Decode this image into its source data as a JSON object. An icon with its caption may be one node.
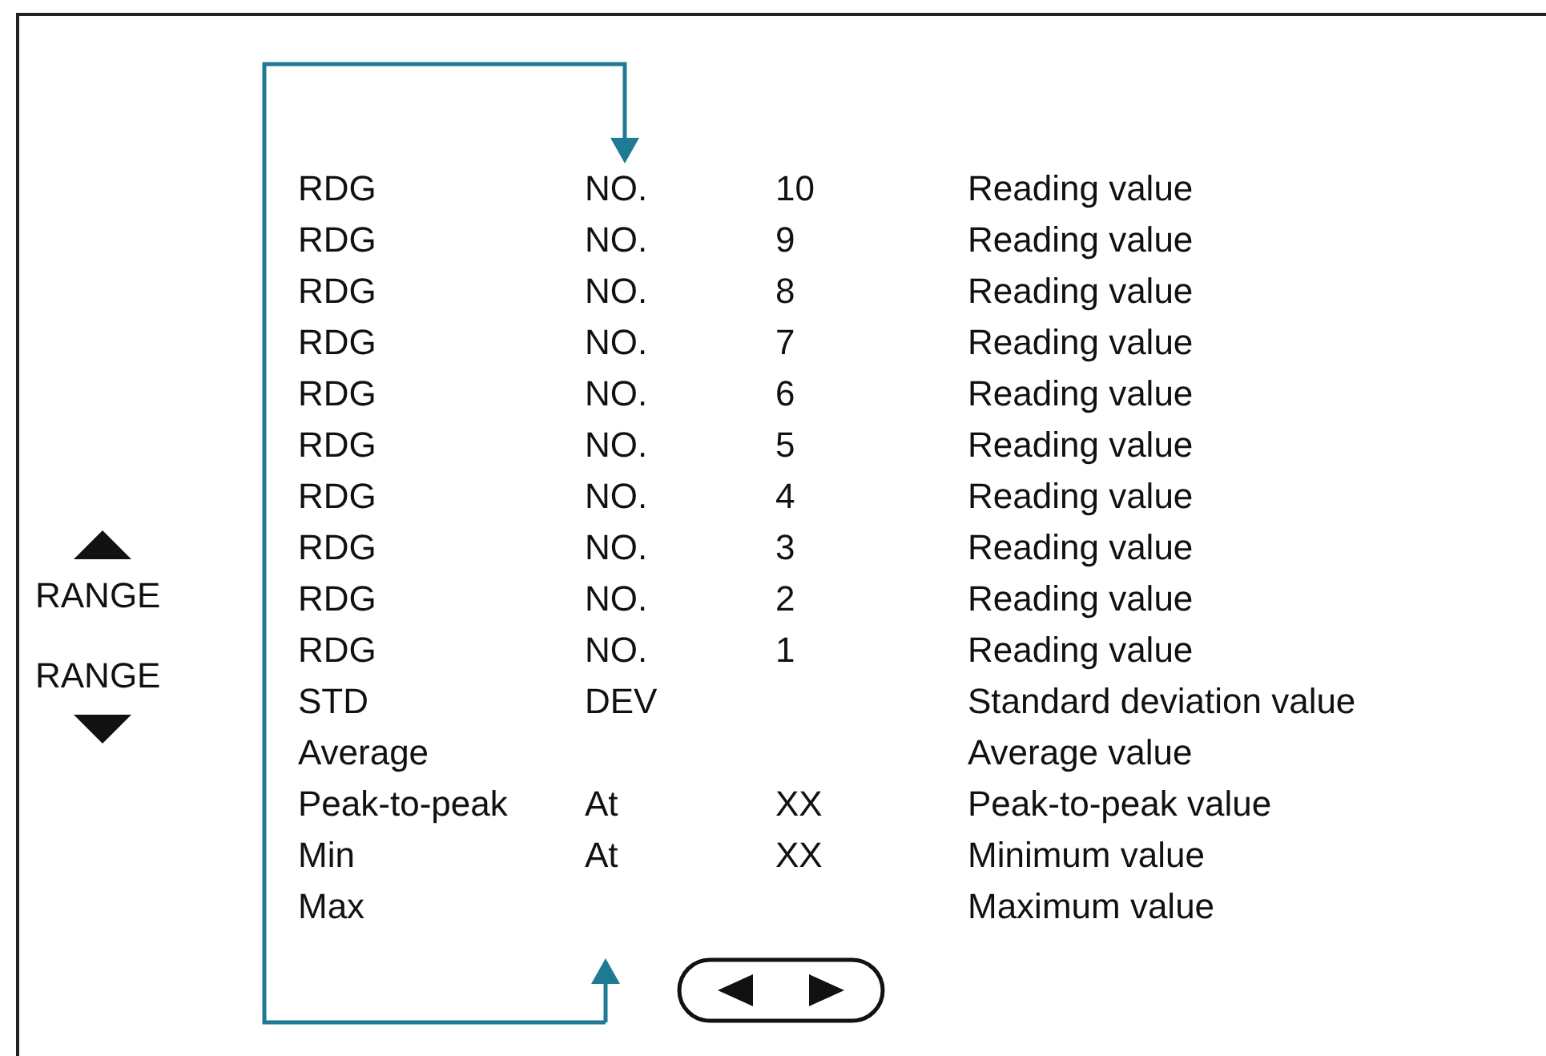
{
  "diagram": {
    "labels": [
      "RANGE",
      "RANGE",
      "RDG",
      "NO.",
      "10",
      "Reading value",
      "RDG",
      "NO.",
      "9",
      "Reading value",
      "RDG",
      "NO.",
      "8",
      "Reading value",
      "RDG",
      "NO.",
      "7",
      "Reading value",
      "RDG",
      "NO.",
      "6",
      "Reading value",
      "RDG",
      "NO.",
      "5",
      "Reading value",
      "RDG",
      "NO.",
      "4",
      "Reading value",
      "RDG",
      "NO.",
      "3",
      "Reading value",
      "RDG",
      "NO.",
      "2",
      "Reading value",
      "RDG",
      "NO.",
      "1",
      "Reading value",
      "STD",
      "DEV",
      "Standard deviation value",
      "Average",
      "Average value",
      "Peak-to-peak",
      "At",
      "XX",
      "Peak-to-peak value",
      "Min",
      "At",
      "XX",
      "Minimum value",
      "Max",
      "Maximum value"
    ]
  }
}
